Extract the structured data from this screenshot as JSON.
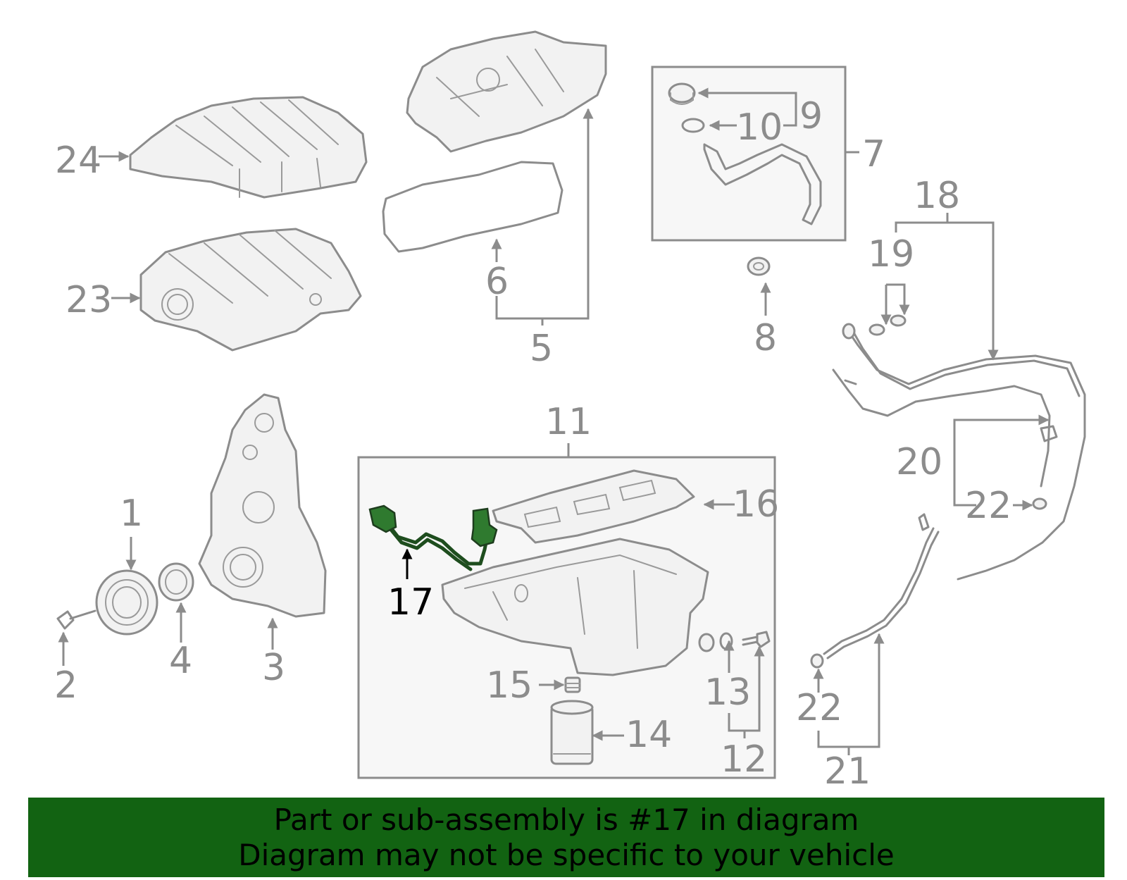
{
  "callouts": {
    "c1": "1",
    "c2": "2",
    "c3": "3",
    "c4": "4",
    "c5": "5",
    "c6": "6",
    "c7": "7",
    "c8": "8",
    "c9": "9",
    "c10": "10",
    "c11": "11",
    "c12": "12",
    "c13": "13",
    "c14": "14",
    "c15": "15",
    "c16": "16",
    "c17": "17",
    "c18": "18",
    "c19": "19",
    "c20": "20",
    "c21": "21",
    "c22a": "22",
    "c22b": "22",
    "c23": "23",
    "c24": "24"
  },
  "highlight": {
    "part": "17",
    "color": "#2f7a2f"
  },
  "banner": {
    "line1": "Part or sub-assembly is #17 in diagram",
    "line2": "Diagram may not be specific to your vehicle",
    "background": "#126312"
  }
}
